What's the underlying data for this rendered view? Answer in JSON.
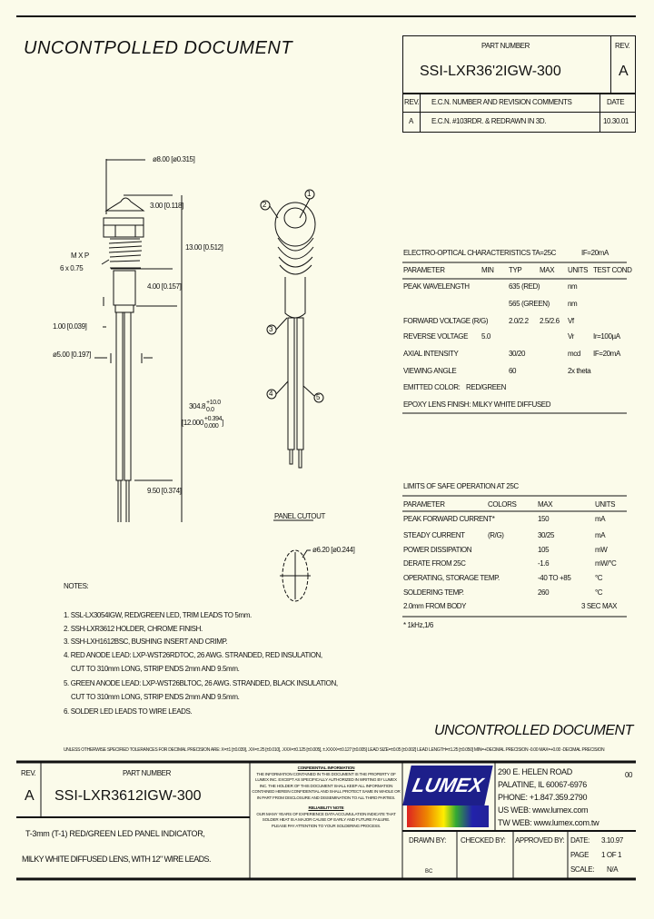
{
  "header": {
    "watermark_top": "UNCONTPOLLED DOCUMENT",
    "part_number_label": "PART NUMBER",
    "part_number": "SSI-LXR36'2IGW-300",
    "rev_label": "REV.",
    "rev": "A",
    "revision_table": {
      "headers": [
        "REV.",
        "E.C.N. NUMBER AND REVISION COMMENTS",
        "DATE"
      ],
      "rows": [
        [
          "A",
          "E.C.N. #103RDR. & REDRAWN IN 3D.",
          "10.30.01"
        ]
      ]
    }
  },
  "drawing": {
    "dims": {
      "dia_top": "ø8.00 [ø0.315]",
      "d_300": "3.00 [0.118]",
      "d_1300": "13.00 [0.512]",
      "thread": [
        "M X P",
        "6 x 0.75"
      ],
      "d_400": "4.00 [0.157]",
      "d_100": "1.00 [0.039]",
      "dia_500": "ø5.00 [0.197]",
      "lead_len_mm": "304.8",
      "lead_len_mm_tol": [
        "+10.0",
        "0.0"
      ],
      "lead_len_in": "12.000",
      "lead_len_in_tol": [
        "+0.394",
        "0.000"
      ],
      "d_950": "9.50 [0.374]"
    },
    "balloons": [
      "1",
      "2",
      "3",
      "4",
      "5"
    ],
    "panel_cutout_label": "PANEL CUTOUT",
    "panel_cutout_dim": "ø6.20 [ø0.244]"
  },
  "electro_optical": {
    "title": "ELECTRO-OPTICAL CHARACTERISTICS TA=25C",
    "condition": "IF=20mA",
    "headers": [
      "PARAMETER",
      "MIN",
      "TYP",
      "MAX",
      "UNITS",
      "TEST COND"
    ],
    "rows": [
      [
        "PEAK WAVELENGTH",
        "",
        "635 (RED)",
        "",
        "nm",
        ""
      ],
      [
        "",
        "",
        "565 (GREEN)",
        "",
        "nm",
        ""
      ],
      [
        "FORWARD VOLTAGE (R/G)",
        "",
        "2.0/2.2",
        "2.5/2.6",
        "Vf",
        ""
      ],
      [
        "REVERSE VOLTAGE",
        "5.0",
        "",
        "",
        "Vr",
        "Ir=100µA"
      ],
      [
        "AXIAL INTENSITY",
        "",
        "30/20",
        "",
        "mcd",
        "IF=20mA"
      ],
      [
        "VIEWING ANGLE",
        "",
        "60",
        "",
        "2x theta",
        ""
      ]
    ],
    "emitted_color_label": "EMITTED COLOR:",
    "emitted_color": "RED/GREEN",
    "lens_finish_label": "EPOXY LENS FINISH:",
    "lens_finish": "MILKY WHITE DIFFUSED"
  },
  "safe_operation": {
    "title": "LIMITS OF SAFE OPERATION AT 25C",
    "headers": [
      "PARAMETER",
      "COLORS",
      "MAX",
      "UNITS"
    ],
    "rows": [
      [
        "PEAK FORWARD CURRENT*",
        "",
        "150",
        "mA"
      ],
      [
        "STEADY CURRENT",
        "(R/G)",
        "30/25",
        "mA"
      ],
      [
        "POWER DISSIPATION",
        "",
        "105",
        "mW"
      ],
      [
        "DERATE FROM 25C",
        "",
        "-1.6",
        "mW/°C"
      ],
      [
        "OPERATING, STORAGE TEMP.",
        "",
        "-40 TO +85",
        "°C"
      ],
      [
        "SOLDERING TEMP.",
        "",
        "260",
        "°C"
      ],
      [
        "2.0mm FROM BODY",
        "",
        "",
        "3 SEC MAX"
      ]
    ],
    "footnote": "* 1kHz,1/6"
  },
  "notes": {
    "title": "NOTES:",
    "items": [
      "1. SSL-LX3054IGW, RED/GREEN LED, TRIM LEADS TO 5mm.",
      "2. SSH-LXR3612 HOLDER, CHROME FINISH.",
      "3. SSH-LXH1612BSC, BUSHING INSERT AND CRIMP.",
      "4. RED ANODE LEAD: LXP-WST26RDTOC, 26 AWG. STRANDED, RED INSULATION,",
      "   CUT TO 310mm LONG, STRIP ENDS 2mm AND 9.5mm.",
      "5. GREEN ANODE LEAD: LXP-WST26BLTOC, 26 AWG. STRANDED, BLACK INSULATION,",
      "   CUT TO 310mm LONG, STRIP ENDS 2mm AND 9.5mm.",
      "6. SOLDER LED LEADS TO WIRE LEADS."
    ]
  },
  "footer": {
    "watermark_bottom": "UNCONTROLLED DOCUMENT",
    "tolerances": "UNLESS OTHERWISE SPECIFIED TOLERANCES FOR DECIMAL PRECISION ARE: X=±1 [±0.039], .XX=±.25 [±0.010], .XXX=±0.125 [±0.005], ±.XXXX=±0.127 [±0.005]   LEAD SIZE=±0.05 [±0.002]   LEAD LENGTH=±1.25 [±0.050]   MIN=+DECIMAL PRECISION -0.00   MAX=+0.00 -DECIMAL PRECISION",
    "rev_label": "REV.",
    "rev": "A",
    "part_number_label": "PART NUMBER",
    "part_number": "SSI-LXR3612IGW-300",
    "description": [
      "T-3mm (T-1) RED/GREEN LED PANEL INDICATOR,",
      "MILKY WHITE DIFFUSED LENS, WITH 12\" WIRE LEADS."
    ],
    "confidential_title": "CONFIDENTIAL INFORMATION",
    "confidential_text": [
      "THE INFORMATION CONTAINED IN THIS DOCUMENT IS THE PROPERTY OF",
      "LUMEX INC. EXCEPT AS SPECIFICALLY AUTHORIZED IN WRITING BY LUMEX",
      "INC. THE HOLDER OF THIS DOCUMENT SHALL KEEP ALL INFORMATION",
      "CONTAINED HEREIN CONFIDENTIAL AND SHALL PROTECT SAME IN WHOLE OR",
      "IN PART FROM DISCLOSURE AND DISSEMINATION TO ALL THIRD PARTIES."
    ],
    "reliability_title": "RELIABILITY NOTE",
    "reliability_text": [
      "OUR MANY YEARS OF EXPERIENCE DATA ACCUMULATION INDICATE THAT",
      "SOLDER HEAT IS A MAJOR CAUSE OF EARLY AND FUTURE FAILURE.",
      "PLEASE PAY ATTENTION TO YOUR SOLDERING PROCESS."
    ],
    "logo_text": "LUMEX",
    "address": [
      "290 E. HELEN ROAD",
      "PALATINE, IL  60067-6976",
      "PHONE: +1.847.359.2790",
      "US WEB: www.lumex.com",
      "TW WEB: www.lumex.com.tw"
    ],
    "address_code": "00",
    "drawn_by_label": "DRAWN BY:",
    "drawn_by": "BC",
    "checked_by_label": "CHECKED BY:",
    "approved_by_label": "APPROVED BY:",
    "date_label": "DATE:",
    "date": "3.10.97",
    "page_label": "PAGE",
    "page": "1 OF 1",
    "scale_label": "SCALE:",
    "scale": "N/A"
  }
}
